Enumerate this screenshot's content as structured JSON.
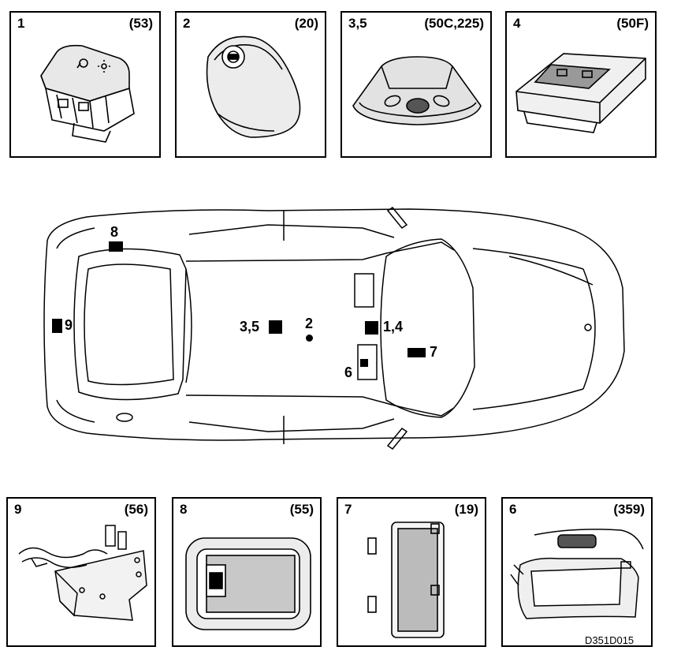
{
  "panels_top": [
    {
      "number": "1",
      "ref": "(53)",
      "part": "lamp-switch"
    },
    {
      "number": "2",
      "ref": "(20)",
      "part": "ignition-switch"
    },
    {
      "number": "3,5",
      "ref": "(50C,225)",
      "part": "roof-console-lamp"
    },
    {
      "number": "4",
      "ref": "(50F)",
      "part": "interior-lamp"
    }
  ],
  "panels_bottom": [
    {
      "number": "9",
      "ref": "(56)",
      "part": "tailgate-lock"
    },
    {
      "number": "8",
      "ref": "(55)",
      "part": "luggage-lamp"
    },
    {
      "number": "7",
      "ref": "(19)",
      "part": "courtesy-lamp"
    },
    {
      "number": "6",
      "ref": "(359)",
      "part": "vanity-mirror-lamp"
    }
  ],
  "car_callouts": {
    "c8": "8",
    "c9": "9",
    "c35": "3,5",
    "c2": "2",
    "c14": "1,4",
    "c7": "7",
    "c6": "6"
  },
  "diagram_code": "D351D015"
}
